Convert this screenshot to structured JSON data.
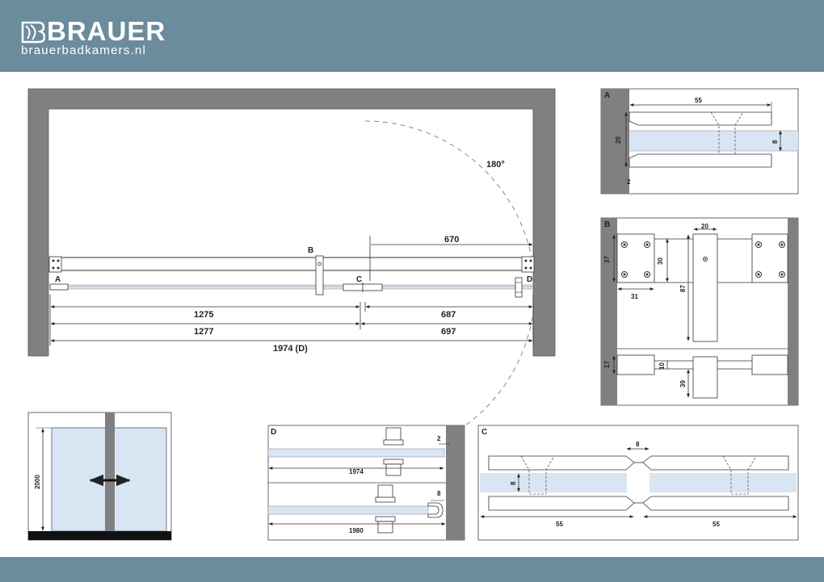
{
  "header": {
    "brand_name": "BRAUER",
    "brand_url": "brauerbadkamers.nl"
  },
  "main": {
    "dims": {
      "d670": "670",
      "d1275": "1275",
      "d687": "687",
      "d1277": "1277",
      "d697": "697",
      "d1974": "1974 (D)"
    },
    "angle": "180°",
    "labels": {
      "A": "A",
      "B": "B",
      "C": "C",
      "D": "D"
    }
  },
  "detail_a": {
    "label": "A",
    "d55": "55",
    "d20": "20",
    "d8": "8",
    "d2": "2"
  },
  "detail_b": {
    "label": "B",
    "d20": "20",
    "d37": "37",
    "d30": "30",
    "d87": "87",
    "d31": "31",
    "d17": "17",
    "d10": "10",
    "d39": "39"
  },
  "elevation": {
    "height": "2000"
  },
  "detail_d": {
    "label": "D",
    "d2": "2",
    "d1974": "1974",
    "d8": "8",
    "d1980": "1980"
  },
  "detail_c": {
    "label": "C",
    "d8top": "8",
    "d8left": "8",
    "d55left": "55",
    "d55right": "55"
  },
  "colors": {
    "header": "#6a8c9c",
    "wall": "#808080",
    "glass": "#d7e6f2"
  }
}
